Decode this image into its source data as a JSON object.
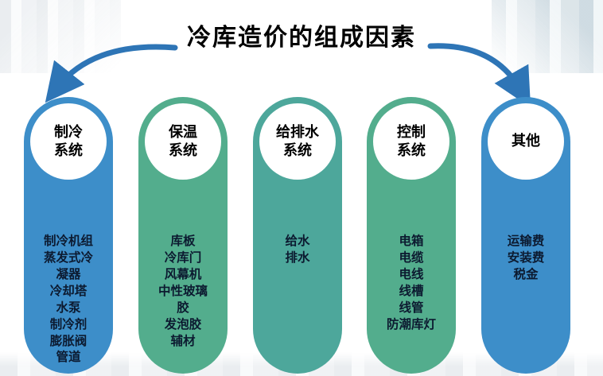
{
  "title": "冷库造价的组成因素",
  "colors": {
    "blue": "#3d8ec9",
    "green": "#53ad8d",
    "teal": "#4da79b",
    "arrow": "#2e75b6",
    "list_text": "#0c1a30",
    "title_text": "#000000"
  },
  "columns": [
    {
      "title": "制冷\n系统",
      "color": "blue",
      "items": [
        "制冷机组",
        "蒸发式冷凝器",
        "冷却塔",
        "水泵",
        "制冷剂",
        "膨胀阀",
        "管道"
      ]
    },
    {
      "title": "保温\n系统",
      "color": "green",
      "items": [
        "库板",
        "冷库门",
        "风幕机",
        "中性玻璃胶",
        "发泡胶",
        "辅材"
      ]
    },
    {
      "title": "给排水\n系统",
      "color": "teal",
      "items": [
        "给水",
        "排水"
      ]
    },
    {
      "title": "控制\n系统",
      "color": "green",
      "items": [
        "电箱",
        "电缆",
        "电线",
        "线槽",
        "线管",
        "防潮库灯"
      ]
    },
    {
      "title": "其他",
      "color": "blue",
      "items": [
        "运输费",
        "安装费",
        "税金"
      ]
    }
  ]
}
